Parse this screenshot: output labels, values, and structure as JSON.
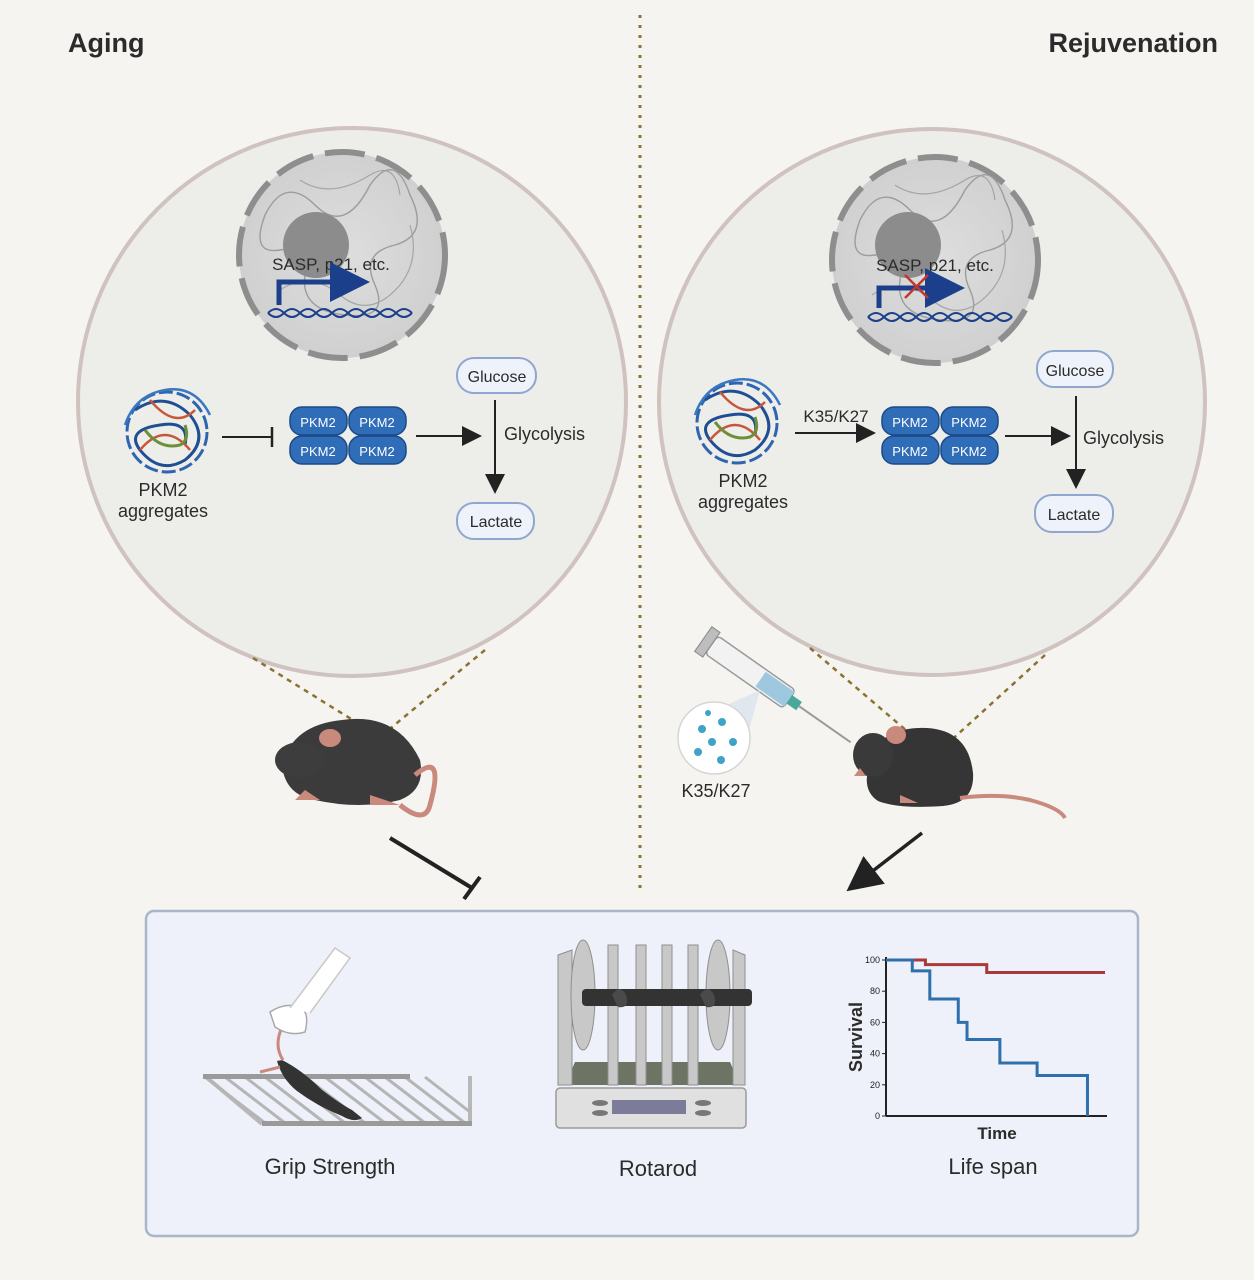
{
  "panels": {
    "left_title": "Aging",
    "right_title": "Rejuvenation"
  },
  "cell": {
    "gene_label": "SASP, p21, etc.",
    "aggregate_label_line1": "PKM2",
    "aggregate_label_line2": "aggregates",
    "pkm2_unit": "PKM2",
    "glucose": "Glucose",
    "lactate": "Lactate",
    "glycolysis": "Glycolysis"
  },
  "treatment": {
    "drug_label": "K35/K27",
    "arrow_label": "K35/K27"
  },
  "outcomes": {
    "grip": "Grip Strength",
    "rotarod": "Rotarod",
    "lifespan": "Life span"
  },
  "chart_data": {
    "type": "line",
    "xlabel": "Time",
    "ylabel": "Survival",
    "ylim": [
      0,
      100
    ],
    "yticks": [
      0,
      20,
      40,
      60,
      80,
      100
    ],
    "series": [
      {
        "color": "#a83a3a",
        "x": [
          0,
          0.18,
          0.18,
          0.46,
          0.46,
          1.0
        ],
        "y": [
          100,
          100,
          97,
          97,
          92,
          92
        ]
      },
      {
        "color": "#2f6fab",
        "x": [
          0,
          0.12,
          0.12,
          0.2,
          0.2,
          0.33,
          0.33,
          0.37,
          0.37,
          0.52,
          0.52,
          0.69,
          0.69,
          0.92,
          0.92
        ],
        "y": [
          100,
          100,
          93,
          93,
          75,
          75,
          60,
          60,
          49,
          49,
          34,
          34,
          26,
          26,
          0
        ]
      }
    ],
    "colors": {
      "aging_series": "#a83a3a",
      "treated_series": "#2f6fab"
    }
  }
}
